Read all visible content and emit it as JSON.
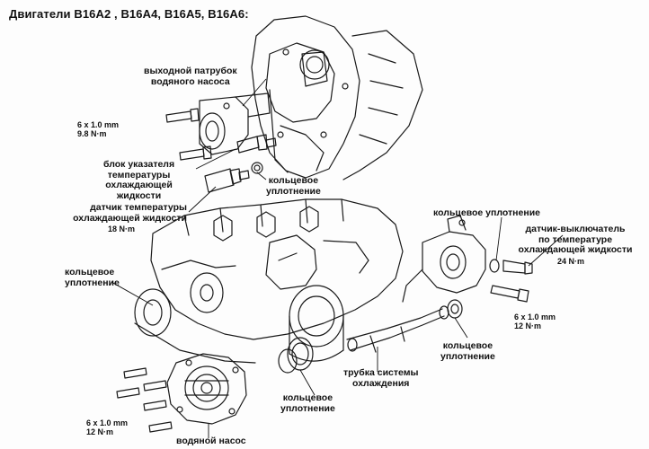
{
  "title": "Двигатели В16А2 , В16А4, В16А5, В16А6:",
  "labels": {
    "outlet_pipe": [
      "выходной патрубок",
      "водяного насоса"
    ],
    "gauge_sender": [
      "блок указателя",
      "температуры",
      "охлаждающей",
      "жидкости"
    ],
    "o_ring_upper": [
      "кольцевое",
      "уплотнение"
    ],
    "temp_sensor": [
      "датчик температуры",
      "охлаждающей жидкости"
    ],
    "o_ring_right_top": [
      "кольцевое уплотнение"
    ],
    "temp_switch": [
      "датчик-выключатель",
      "по температуре",
      "охлаждающей жидкости"
    ],
    "o_ring_left": [
      "кольцевое",
      "уплотнение"
    ],
    "o_ring_right_bottom": [
      "кольцевое",
      "уплотнение"
    ],
    "coolant_pipe": [
      "трубка системы",
      "охлаждения"
    ],
    "o_ring_bottom": [
      "кольцевое",
      "уплотнение"
    ],
    "water_pump": [
      "водяной насос"
    ]
  },
  "specs": {
    "outlet_bolt": [
      "6 x 1.0 mm",
      "9.8 N·m"
    ],
    "temp_sensor_torque": [
      "18 N·m"
    ],
    "temp_switch_torque": [
      "24 N·m"
    ],
    "pipe_bolt": [
      "6 x 1.0 mm",
      "12 N·m"
    ],
    "pump_bolt": [
      "6 x 1.0 mm",
      "12 N·m"
    ]
  }
}
